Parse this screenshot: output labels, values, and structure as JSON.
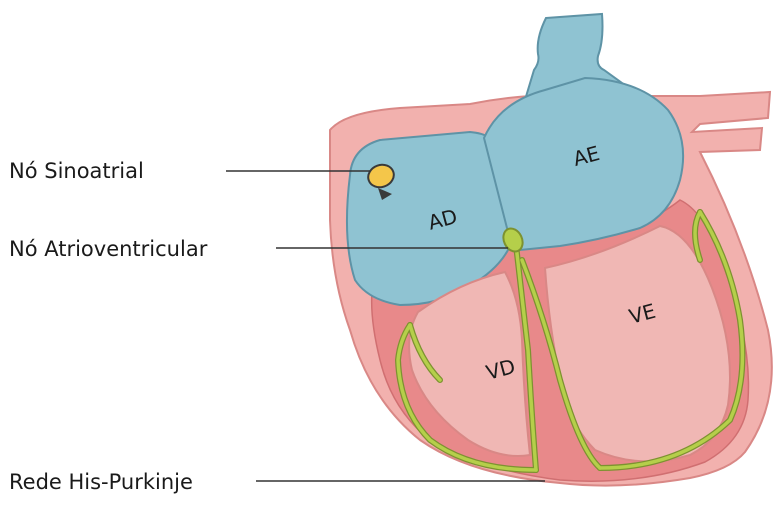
{
  "labels": {
    "sa_node": "Nó Sinoatrial",
    "av_node": "Nó Atrioventricular",
    "his_purkinje": "Rede His-Purkinje"
  },
  "chambers": {
    "right_atrium": "AD",
    "left_atrium": "AE",
    "right_ventricle": "VD",
    "left_ventricle": "VE"
  },
  "colors": {
    "wall": "#f2b1ae",
    "wall_outline": "#d98886",
    "atrium": "#8fc3d2",
    "atrium_outline": "#5e93a6",
    "ventricle": "#f0b7b4",
    "ventricle_outline": "#d98886",
    "inner_wall": "#e8898a",
    "conduction": "#b5cf4a",
    "conduction_outline": "#7d9230",
    "sa_node": "#f4c64a"
  }
}
